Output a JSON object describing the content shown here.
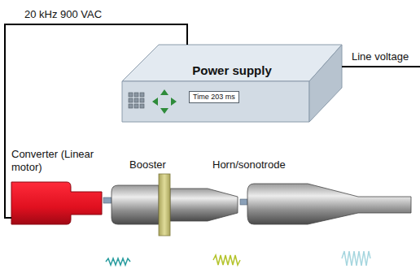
{
  "diagram": {
    "nodes": [
      {
        "text": [
          "Power supply"
        ]
      },
      {
        "text": [
          "Time 203 ms"
        ],
        "in": 0
      },
      {
        "text": [
          "Converter (Linear motor)"
        ]
      },
      {
        "text": [
          "Booster"
        ]
      },
      {
        "text": [
          "Horn/sonotrode"
        ]
      }
    ],
    "edges": [
      {
        "from": 0,
        "to": 2,
        "arrow": "none",
        "label": "20 kHz 900 VAC"
      }
    ],
    "labels": [
      "Line voltage"
    ]
  }
}
